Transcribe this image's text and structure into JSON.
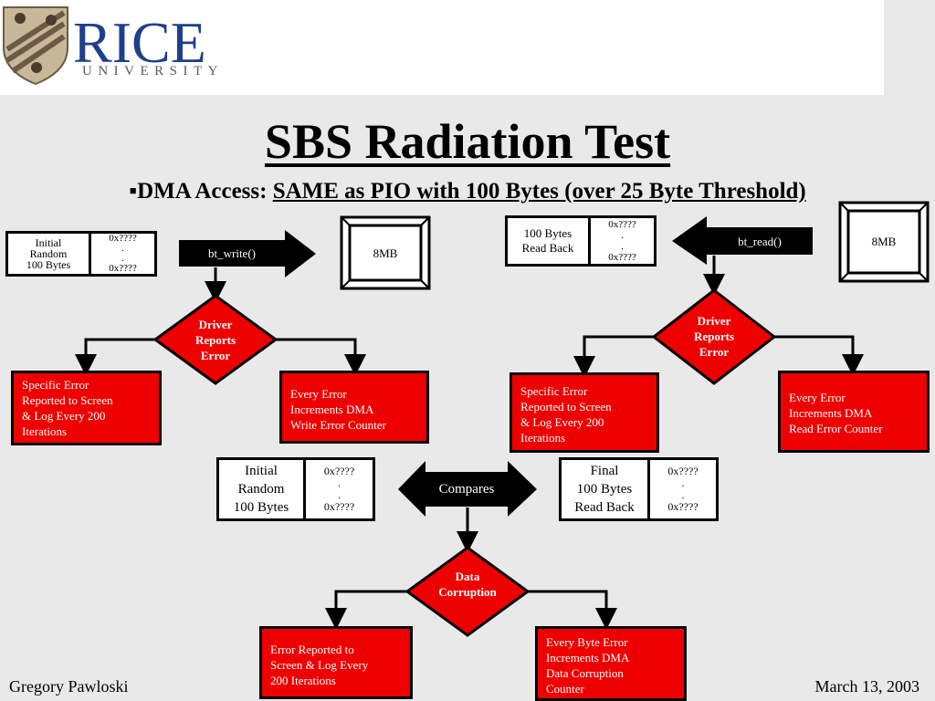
{
  "logo": {
    "name": "RICE",
    "subname": "UNIVERSITY"
  },
  "title": "SBS Radiation Test",
  "subtitle": {
    "bullet": "▪",
    "lead": "DMA Access: ",
    "underlined": "SAME as PIO with 100 Bytes (over 25 Byte Threshold)"
  },
  "write_path": {
    "initial_box": {
      "label": "Initial\nRandom\n100 Bytes",
      "values": "0x????\n.\n.\n0x????"
    },
    "arrow_label": "bt_write()",
    "memory_label": "8MB",
    "decision": "Driver\nReports\nError",
    "left_outcome": "Specific Error\nReported to Screen\n& Log Every 200\nIterations",
    "right_outcome": "Every Error\nIncrements DMA\nWrite Error Counter"
  },
  "read_path": {
    "readback_box": {
      "label": "100 Bytes\nRead Back",
      "values": "0x????\n.\n.\n0x????"
    },
    "arrow_label": "bt_read()",
    "memory_label": "8MB",
    "decision": "Driver\nReports\nError",
    "left_outcome": "Specific Error\nReported to Screen\n& Log Every 200\nIterations",
    "right_outcome": "Every Error\nIncrements DMA\nRead Error Counter"
  },
  "compare": {
    "initial_box": {
      "label": "Initial\nRandom\n100 Bytes",
      "values": "0x????\n.\n.\n0x????"
    },
    "arrow_label": "Compares",
    "final_box": {
      "label": "Final\n100 Bytes\nRead Back",
      "values": "0x????\n.\n.\n0x????"
    },
    "decision": "Data\nCorruption",
    "left_outcome": "Error Reported to\nScreen & Log Every\n200 Iterations",
    "right_outcome": "Every Byte Error\nIncrements DMA\nData Corruption\nCounter"
  },
  "footer": {
    "author": "Gregory Pawloski",
    "date": "March 13, 2003"
  },
  "colors": {
    "red": "#ee0000",
    "background": "#e9e9e9",
    "rice_blue": "#1f3f8c",
    "rice_gray": "#7a7a7a"
  }
}
